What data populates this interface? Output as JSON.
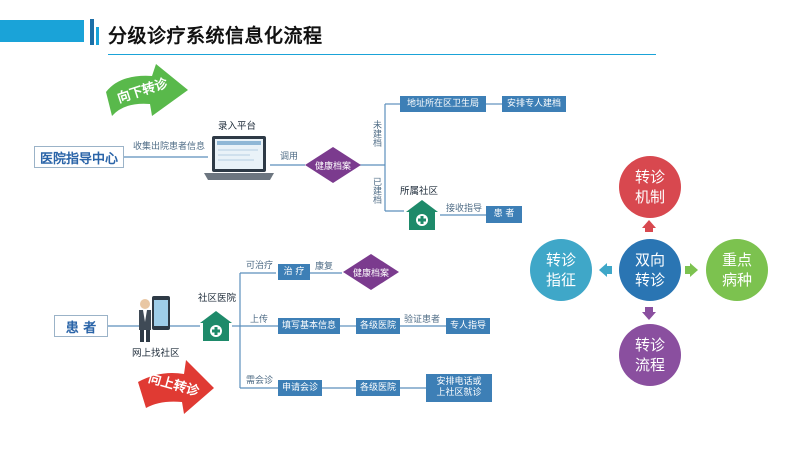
{
  "header": {
    "title": "分级诊疗系统信息化流程"
  },
  "downward": {
    "arrow_label": "向下转诊",
    "source": "医院指导中心",
    "collect_label": "收集出院患者信息",
    "platform_label": "录入平台",
    "call_label": "调用",
    "health_record": "健康档案",
    "not_filed_label": "未建档",
    "filed_label": "已建档",
    "bureau": "地址所在区卫生局",
    "specialist_filing": "安排专人建档",
    "community_label": "所属社区",
    "receive_label": "接收指导",
    "patient": "患 者"
  },
  "upward": {
    "arrow_label": "向上转诊",
    "patient": "患 者",
    "find_label": "网上找社区",
    "hospital_label": "社区医院",
    "treatable_label": "可治疗",
    "treat": "治 疗",
    "recover_label": "康复",
    "health_record": "健康档案",
    "upload_label": "上传",
    "fill_info": "填写基本信息",
    "hospitals_1": "各级医院",
    "verify_label": "验证患者",
    "expert_guide": "专人指导",
    "consult_label": "需会诊",
    "apply_consult": "申请会诊",
    "hospitals_2": "各级医院",
    "arrange_line1": "安排电话或",
    "arrange_line2": "上社区就诊"
  },
  "cycle": {
    "center": [
      "双向",
      "转诊"
    ],
    "top": [
      "转诊",
      "机制"
    ],
    "right": [
      "重点",
      "病种"
    ],
    "bottom": [
      "转诊",
      "流程"
    ],
    "left": [
      "转诊",
      "指征"
    ]
  },
  "colors": {
    "accent_blue": "#1aa3d8",
    "box_blue": "#3d7fb6",
    "diamond_purple": "#7b3b8e",
    "arrow_green": "#59b94b",
    "arrow_red": "#e03a33",
    "circle_center": "#2a75b3",
    "circle_top": "#d8484f",
    "circle_right": "#7cc24f",
    "circle_bottom": "#8a4f9f",
    "circle_left": "#3fa7c8"
  }
}
